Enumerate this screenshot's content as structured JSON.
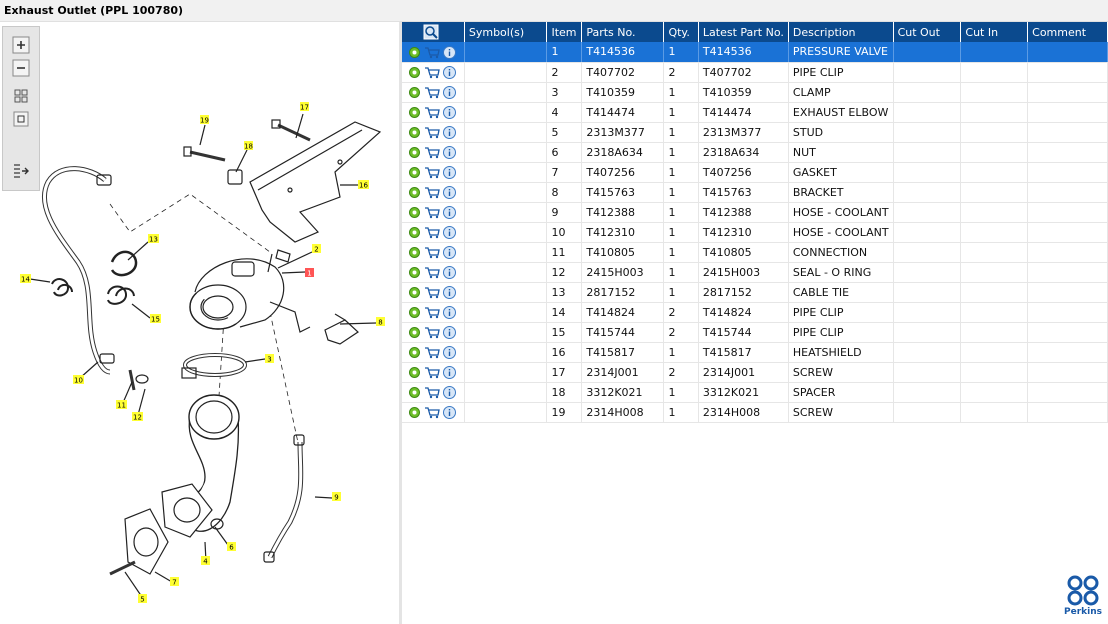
{
  "title": "Exhaust Outlet (PPL 100780)",
  "toolbar": {
    "icons": [
      "zoom-in-icon",
      "zoom-out-icon",
      "fit-window-icon",
      "actual-size-icon",
      "toggle-list-icon"
    ]
  },
  "callouts": [
    "1",
    "2",
    "3",
    "4",
    "5",
    "6",
    "7",
    "8",
    "9",
    "10",
    "11",
    "12",
    "13",
    "14",
    "15",
    "16",
    "17",
    "18",
    "19"
  ],
  "columns": {
    "icons": "",
    "symbols": "Symbol(s)",
    "item": "Item",
    "parts_no": "Parts No.",
    "qty": "Qty.",
    "latest": "Latest Part No.",
    "description": "Description",
    "cut_out": "Cut Out",
    "cut_in": "Cut In",
    "comment": "Comment"
  },
  "rows": [
    {
      "item": "1",
      "part": "T414536",
      "qty": "1",
      "latest": "T414536",
      "desc": "PRESSURE VALVE",
      "selected": true
    },
    {
      "item": "2",
      "part": "T407702",
      "qty": "2",
      "latest": "T407702",
      "desc": "PIPE CLIP"
    },
    {
      "item": "3",
      "part": "T410359",
      "qty": "1",
      "latest": "T410359",
      "desc": "CLAMP"
    },
    {
      "item": "4",
      "part": "T414474",
      "qty": "1",
      "latest": "T414474",
      "desc": "EXHAUST ELBOW"
    },
    {
      "item": "5",
      "part": "2313M377",
      "qty": "1",
      "latest": "2313M377",
      "desc": "STUD"
    },
    {
      "item": "6",
      "part": "2318A634",
      "qty": "1",
      "latest": "2318A634",
      "desc": "NUT"
    },
    {
      "item": "7",
      "part": "T407256",
      "qty": "1",
      "latest": "T407256",
      "desc": "GASKET"
    },
    {
      "item": "8",
      "part": "T415763",
      "qty": "1",
      "latest": "T415763",
      "desc": "BRACKET"
    },
    {
      "item": "9",
      "part": "T412388",
      "qty": "1",
      "latest": "T412388",
      "desc": "HOSE - COOLANT"
    },
    {
      "item": "10",
      "part": "T412310",
      "qty": "1",
      "latest": "T412310",
      "desc": "HOSE - COOLANT"
    },
    {
      "item": "11",
      "part": "T410805",
      "qty": "1",
      "latest": "T410805",
      "desc": "CONNECTION"
    },
    {
      "item": "12",
      "part": "2415H003",
      "qty": "1",
      "latest": "2415H003",
      "desc": "SEAL - O RING"
    },
    {
      "item": "13",
      "part": "2817152",
      "qty": "1",
      "latest": "2817152",
      "desc": "CABLE TIE"
    },
    {
      "item": "14",
      "part": "T414824",
      "qty": "2",
      "latest": "T414824",
      "desc": "PIPE CLIP"
    },
    {
      "item": "15",
      "part": "T415744",
      "qty": "2",
      "latest": "T415744",
      "desc": "PIPE CLIP"
    },
    {
      "item": "16",
      "part": "T415817",
      "qty": "1",
      "latest": "T415817",
      "desc": "HEATSHIELD"
    },
    {
      "item": "17",
      "part": "2314J001",
      "qty": "2",
      "latest": "2314J001",
      "desc": "SCREW"
    },
    {
      "item": "18",
      "part": "3312K021",
      "qty": "1",
      "latest": "3312K021",
      "desc": "SPACER"
    },
    {
      "item": "19",
      "part": "2314H008",
      "qty": "1",
      "latest": "2314H008",
      "desc": "SCREW"
    }
  ],
  "row_icons": [
    "settings-gear-icon",
    "add-to-cart-icon",
    "info-icon"
  ],
  "logo": {
    "text": "Perkins"
  },
  "colors": {
    "header_bg": "#0b4a8e",
    "selected_row": "#1a72d6",
    "callout_yellow": "#ffff33",
    "callout_selected": "#ff5555"
  }
}
